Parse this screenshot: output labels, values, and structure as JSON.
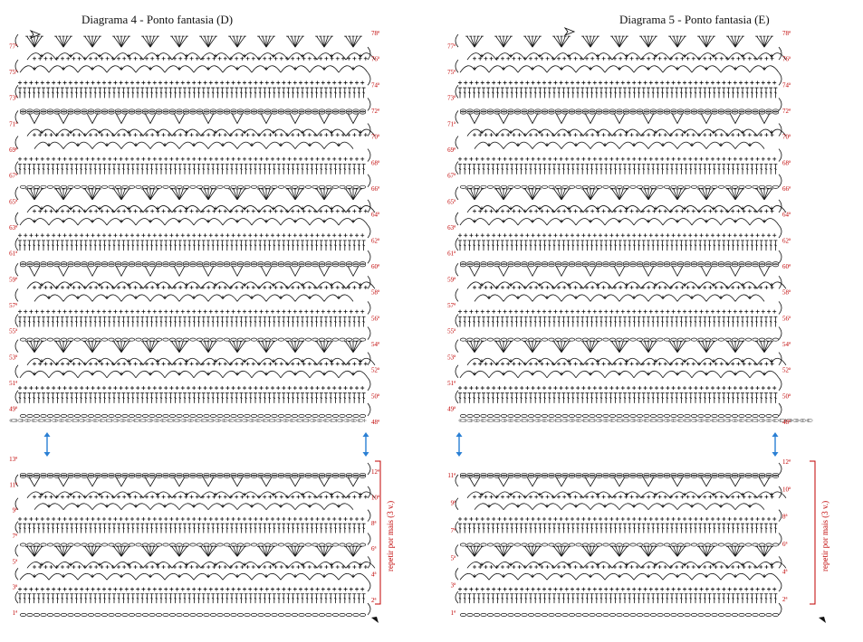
{
  "colors": {
    "ink": "#111111",
    "grey": "#8a8a8a",
    "red": "#c00000",
    "blue": "#2a7fd4"
  },
  "diagrams": [
    {
      "title": "Diagrama 4 - Ponto fantasia (D)",
      "repeat_label": "repetir por mais (3 v.)",
      "upper_rows": [
        {
          "n": "78ª",
          "side": "right"
        },
        {
          "n": "77ª",
          "side": "left"
        },
        {
          "n": "76ª",
          "side": "right"
        },
        {
          "n": "75ª",
          "side": "left"
        },
        {
          "n": "74ª",
          "side": "right"
        },
        {
          "n": "73ª",
          "side": "left"
        },
        {
          "n": "72ª",
          "side": "right"
        },
        {
          "n": "71ª",
          "side": "left"
        },
        {
          "n": "70ª",
          "side": "right"
        },
        {
          "n": "69ª",
          "side": "left"
        },
        {
          "n": "68ª",
          "side": "right"
        },
        {
          "n": "67ª",
          "side": "left"
        },
        {
          "n": "66ª",
          "side": "right"
        },
        {
          "n": "65ª",
          "side": "left"
        },
        {
          "n": "64ª",
          "side": "right"
        },
        {
          "n": "63ª",
          "side": "left"
        },
        {
          "n": "62ª",
          "side": "right"
        },
        {
          "n": "61ª",
          "side": "left"
        },
        {
          "n": "60ª",
          "side": "right"
        },
        {
          "n": "59ª",
          "side": "left"
        },
        {
          "n": "58ª",
          "side": "right"
        },
        {
          "n": "57ª",
          "side": "left"
        },
        {
          "n": "56ª",
          "side": "right"
        },
        {
          "n": "55ª",
          "side": "left"
        },
        {
          "n": "54ª",
          "side": "right"
        },
        {
          "n": "53ª",
          "side": "left"
        },
        {
          "n": "52ª",
          "side": "right"
        },
        {
          "n": "51ª",
          "side": "left"
        },
        {
          "n": "50ª",
          "side": "right"
        },
        {
          "n": "49ª",
          "side": "left"
        },
        {
          "n": "48ª",
          "side": "right"
        }
      ],
      "lower_rows": [
        {
          "n": "13ª",
          "side": "left"
        },
        {
          "n": "12ª",
          "side": "right"
        },
        {
          "n": "11ª",
          "side": "left"
        },
        {
          "n": "10ª",
          "side": "right"
        },
        {
          "n": "9ª",
          "side": "left"
        },
        {
          "n": "8ª",
          "side": "right"
        },
        {
          "n": "7ª",
          "side": "left"
        },
        {
          "n": "6ª",
          "side": "right"
        },
        {
          "n": "5ª",
          "side": "left"
        },
        {
          "n": "4ª",
          "side": "right"
        },
        {
          "n": "3ª",
          "side": "left"
        },
        {
          "n": "2ª",
          "side": "right"
        },
        {
          "n": "1ª",
          "side": "left"
        }
      ]
    },
    {
      "title": "Diagrama 5 - Ponto fantasia (E)",
      "repeat_label": "repetir por mais (3 v.)",
      "upper_rows": [
        {
          "n": "78ª",
          "side": "right"
        },
        {
          "n": "77ª",
          "side": "left"
        },
        {
          "n": "76ª",
          "side": "right"
        },
        {
          "n": "75ª",
          "side": "left"
        },
        {
          "n": "74ª",
          "side": "right"
        },
        {
          "n": "73ª",
          "side": "left"
        },
        {
          "n": "72ª",
          "side": "right"
        },
        {
          "n": "71ª",
          "side": "left"
        },
        {
          "n": "70ª",
          "side": "right"
        },
        {
          "n": "69ª",
          "side": "left"
        },
        {
          "n": "68ª",
          "side": "right"
        },
        {
          "n": "67ª",
          "side": "left"
        },
        {
          "n": "66ª",
          "side": "right"
        },
        {
          "n": "65ª",
          "side": "left"
        },
        {
          "n": "64ª",
          "side": "right"
        },
        {
          "n": "63ª",
          "side": "left"
        },
        {
          "n": "62ª",
          "side": "right"
        },
        {
          "n": "61ª",
          "side": "left"
        },
        {
          "n": "60ª",
          "side": "right"
        },
        {
          "n": "59ª",
          "side": "left"
        },
        {
          "n": "58ª",
          "side": "right"
        },
        {
          "n": "57ª",
          "side": "left"
        },
        {
          "n": "56ª",
          "side": "right"
        },
        {
          "n": "55ª",
          "side": "left"
        },
        {
          "n": "54ª",
          "side": "right"
        },
        {
          "n": "53ª",
          "side": "left"
        },
        {
          "n": "52ª",
          "side": "right"
        },
        {
          "n": "51ª",
          "side": "left"
        },
        {
          "n": "50ª",
          "side": "right"
        },
        {
          "n": "49ª",
          "side": "left"
        },
        {
          "n": "48ª",
          "side": "right"
        }
      ],
      "lower_rows": [
        {
          "n": "12ª",
          "side": "right"
        },
        {
          "n": "11ª",
          "side": "left"
        },
        {
          "n": "10ª",
          "side": "right"
        },
        {
          "n": "9ª",
          "side": "left"
        },
        {
          "n": "8ª",
          "side": "right"
        },
        {
          "n": "7ª",
          "side": "left"
        },
        {
          "n": "6ª",
          "side": "right"
        },
        {
          "n": "5ª",
          "side": "left"
        },
        {
          "n": "4ª",
          "side": "right"
        },
        {
          "n": "3ª",
          "side": "left"
        },
        {
          "n": "2ª",
          "side": "right"
        },
        {
          "n": "1ª",
          "side": "left"
        }
      ]
    }
  ]
}
